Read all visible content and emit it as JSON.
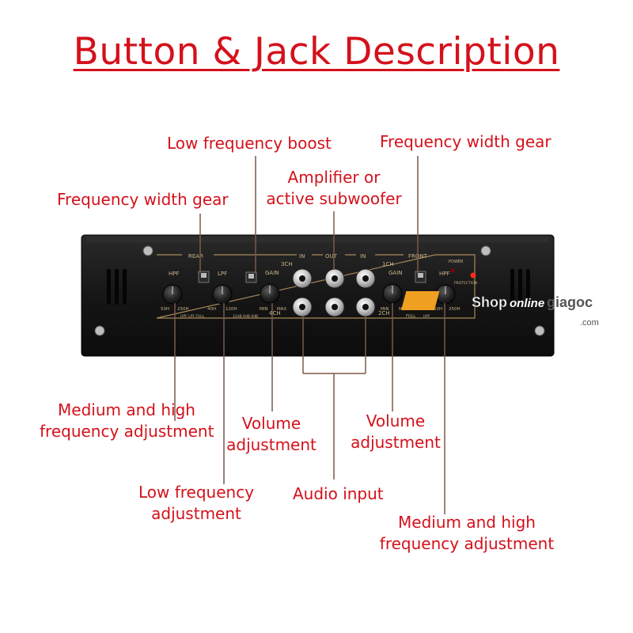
{
  "title": "Button & Jack Description",
  "labels": {
    "low_freq_boost": "Low frequency boost",
    "freq_width_gear_right": "Frequency width gear",
    "amp_line1": "Amplifier or",
    "amp_line2": "active subwoofer",
    "freq_width_gear_left": "Frequency width gear",
    "med_high_left_line1": "Medium and high",
    "med_high_left_line2": "frequency adjustment",
    "volume_left_line1": "Volume",
    "volume_left_line2": "adjustment",
    "volume_right_line1": "Volume",
    "volume_right_line2": "adjustment",
    "low_freq_adj_line1": "Low frequency",
    "low_freq_adj_line2": "adjustment",
    "audio_input": "Audio input",
    "med_high_right_line1": "Medium and high",
    "med_high_right_line2": "frequency adjustment"
  },
  "panel": {
    "rear": "REAR",
    "front": "FRONT",
    "in_left": "IN",
    "out": "OUT",
    "in_right": "IN",
    "ch3": "3CH",
    "ch4": "4CH",
    "ch1": "1CH",
    "ch2": "2CH",
    "hpf_left": "HPF",
    "lpf": "LPF",
    "gain_left": "GAIN",
    "gain_right": "GAIN",
    "hpf_right": "HPF",
    "power": "POWER",
    "protection": "PROTECTION",
    "h50_left": "50H",
    "h250_left": "250H",
    "h40": "40H",
    "h120": "120H",
    "min_left": "MIN",
    "max_left": "MAX",
    "min_right": "MIN",
    "max_right": "MAX",
    "hpf_full": "HPF  LPF  FULL",
    "db_boost": "12dB 6dB 0dB",
    "full_right": "FULL",
    "hpf_small_right": "HPF",
    "h50_right": "50H",
    "h250_right": "250H"
  },
  "watermark": {
    "shop": "Shop",
    "online": "online",
    "giagoc": "giagoc",
    "com": ".com"
  },
  "colors": {
    "label_red": "#d4111b",
    "panel_black": "#151515",
    "panel_gold": "#a8895a",
    "leader_line": "#7a5a4a"
  }
}
